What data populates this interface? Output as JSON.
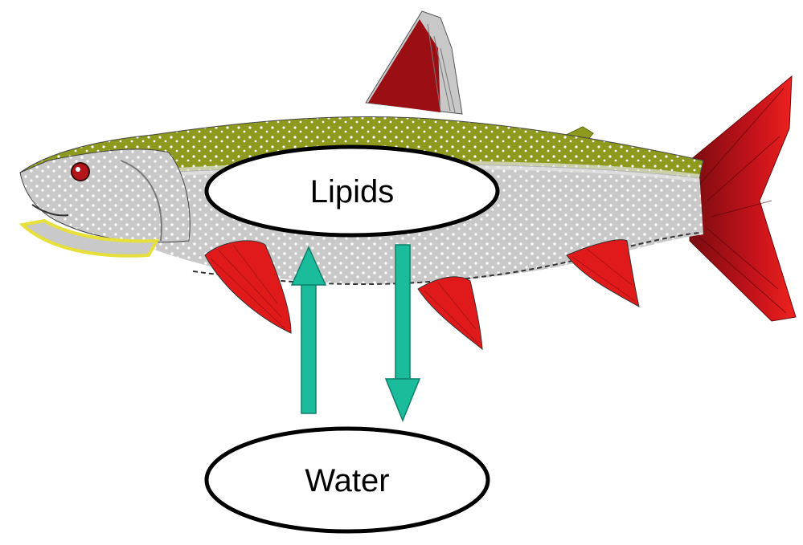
{
  "nodes": {
    "lipids": {
      "label": "Lipids"
    },
    "water": {
      "label": "Water"
    }
  },
  "edges": [
    {
      "from": "water",
      "to": "lipids"
    },
    {
      "from": "lipids",
      "to": "water"
    }
  ],
  "illustration": {
    "subject": "fish-icon"
  },
  "colors": {
    "arrow": "#1ABC9C",
    "arrow_stroke": "#0E7F6A",
    "fish_back": "#8E9A1E",
    "fish_belly": "#C9C9C9",
    "fin_red": "#E0191A",
    "fin_dark": "#8B0F12",
    "jaw_yellow": "#E8E03A"
  }
}
